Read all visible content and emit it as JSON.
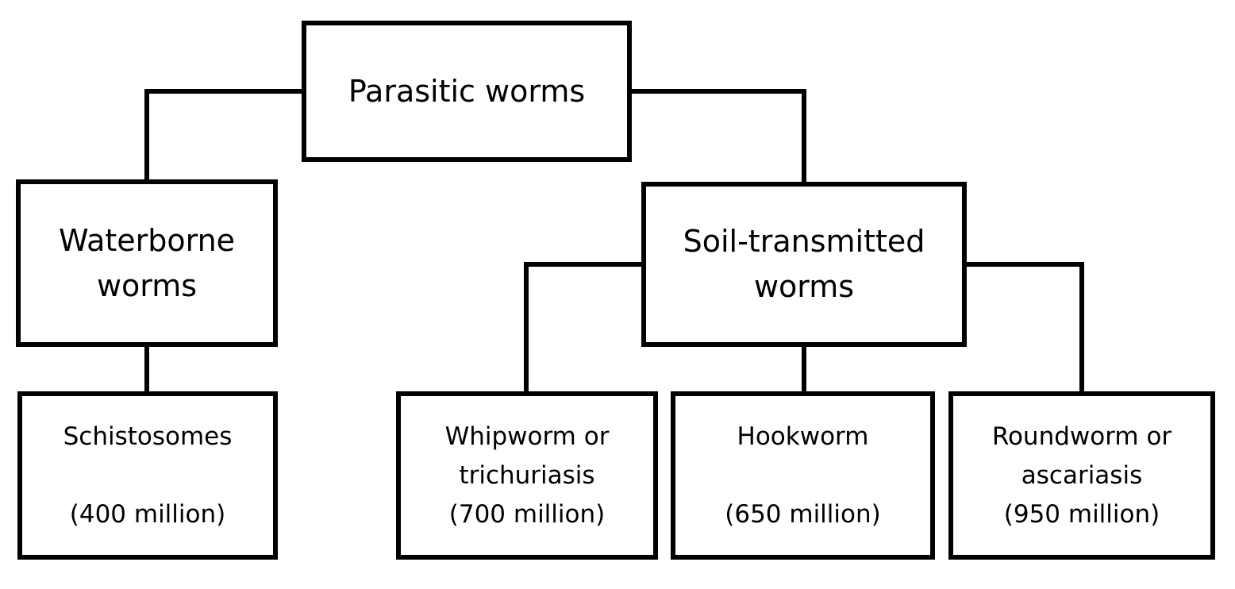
{
  "nodes": {
    "root": {
      "lines": [
        "Parasitic worms"
      ]
    },
    "waterborne": {
      "lines": [
        "Waterborne",
        "worms"
      ]
    },
    "soil": {
      "lines": [
        "Soil-transmitted",
        "worms"
      ]
    },
    "schistosomes": {
      "name": "Schistosomes",
      "count": "(400 million)"
    },
    "whipworm": {
      "name_line1": "Whipworm or",
      "name_line2": "trichuriasis",
      "count": "(700 million)"
    },
    "hookworm": {
      "name": "Hookworm",
      "count": "(650 million)"
    },
    "roundworm": {
      "name_line1": "Roundworm or",
      "name_line2": "ascariasis",
      "count": "(950 million)"
    }
  },
  "edges": [
    [
      "root",
      "waterborne"
    ],
    [
      "root",
      "soil"
    ],
    [
      "waterborne",
      "schistosomes"
    ],
    [
      "soil",
      "whipworm"
    ],
    [
      "soil",
      "hookworm"
    ],
    [
      "soil",
      "roundworm"
    ]
  ],
  "colors": {
    "stroke": "#000000",
    "fill": "#ffffff"
  }
}
